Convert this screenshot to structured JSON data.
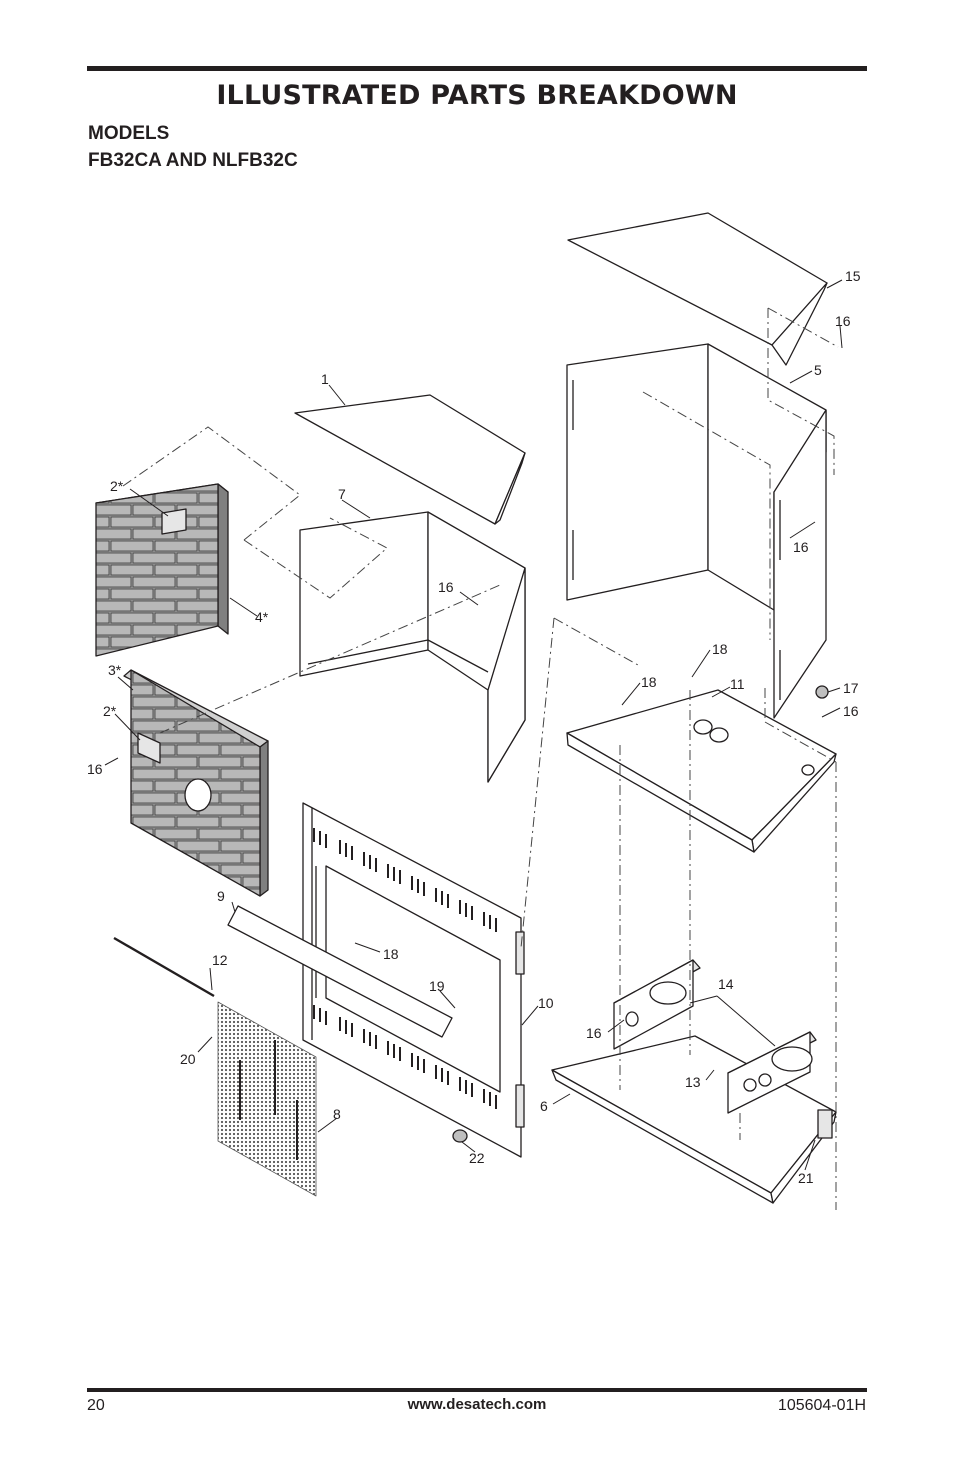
{
  "header": {
    "title": "ILLUSTRATED PARTS BREAKDOWN",
    "models_line1": "MODELS",
    "models_line2": "FB32CA AND NLFB32C"
  },
  "callouts": {
    "c1": "1",
    "c2a": "2*",
    "c2b": "2*",
    "c3": "3*",
    "c4": "4*",
    "c5": "5",
    "c6": "6",
    "c7": "7",
    "c8": "8",
    "c9": "9",
    "c10": "10",
    "c11": "11",
    "c12": "12",
    "c13": "13",
    "c14": "14",
    "c15": "15",
    "c16a": "16",
    "c16b": "16",
    "c16c": "16",
    "c16d": "16",
    "c16e": "16",
    "c16f": "16",
    "c17": "17",
    "c18a": "18",
    "c18b": "18",
    "c18c": "18",
    "c19": "19",
    "c20": "20",
    "c21": "21",
    "c22": "22"
  },
  "footer": {
    "page_number": "20",
    "website": "www.desatech.com",
    "document_number": "105604-01H"
  }
}
